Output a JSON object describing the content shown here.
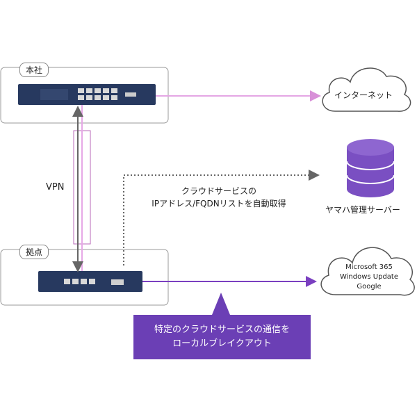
{
  "sites": {
    "hq": {
      "label": "本社"
    },
    "branch": {
      "label": "拠点"
    }
  },
  "vpn_label": "VPN",
  "internet_label": "インターネット",
  "yamaha_server_label": "ヤマハ管理サーバー",
  "cloud_services": [
    "Microsoft 365",
    "Windows Update",
    "Google"
  ],
  "fetch_note": [
    "クラウドサービスの",
    "IPアドレス/FQDNリストを自動取得"
  ],
  "callout_text": [
    "特定のクラウドサービスの通信を",
    "ローカルブレイクアウト"
  ],
  "colors": {
    "accent_purple": "#6b3fb5",
    "light_purple": "#e9a8e9",
    "router_blue": "#27395f",
    "db_purple": "#7a4fc2"
  }
}
